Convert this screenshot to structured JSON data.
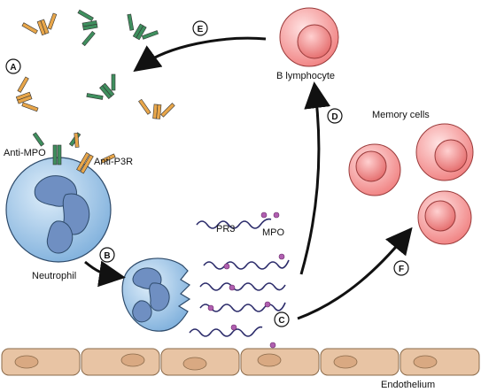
{
  "labels": {
    "anti_mpo": "Anti-MPO",
    "anti_p3r": "Anti-P3R",
    "neutrophil": "Neutrophil",
    "b_lymphocyte": "B lymphocyte",
    "memory_cells": "Memory cells",
    "pr3": "PR3",
    "mpo": "MPO",
    "endothelium": "Endothelium"
  },
  "steps": {
    "a": "A",
    "b": "B",
    "c": "C",
    "d": "D",
    "e": "E",
    "f": "F"
  },
  "colors": {
    "antibody_orange": "#e8a64a",
    "antibody_green": "#3f8f5e",
    "cell_pink": "#f08a8a",
    "cell_pink_light": "#fbd3d3",
    "neutrophil_blue": "#a9cbe8",
    "nucleus_blue": "#6f8fc2",
    "endothelium": "#e8c4a4",
    "granule": "#b05fb0"
  }
}
